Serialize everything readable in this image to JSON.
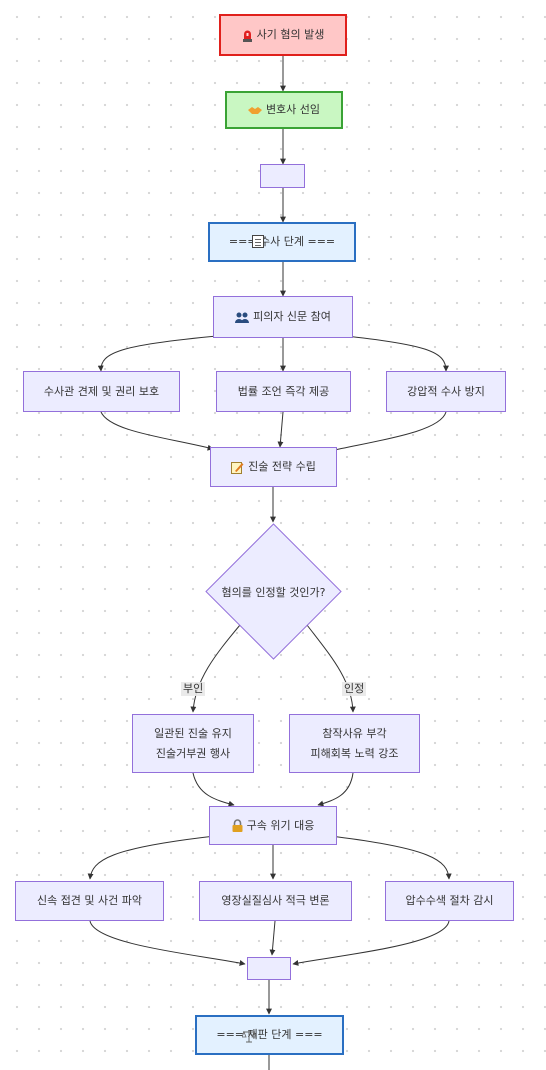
{
  "nodes": {
    "incident": "사기 혐의 발생",
    "lawyer": "변호사 선임",
    "investigation_stage": "=== 수사 단계 ===",
    "interrogation": "피의자 신문 참여",
    "check_investigator": "수사관 견제 및 권리 보호",
    "legal_advice": "법률 조언 즉각 제공",
    "prevent_coercion": "강압적 수사 방지",
    "statement_strategy": "진술 전략 수립",
    "decision": "혐의를 인정할 것인가?",
    "deny_line1": "일관된 진술 유지",
    "deny_line2": "진술거부권 행사",
    "admit_line1": "참작사유 부각",
    "admit_line2": "피해회복 노력 강조",
    "detention": "구속 위기 대응",
    "quick_visit": "신속 접견 및 사건 파악",
    "warrant_hearing": "영장실질심사 적극 변론",
    "search_monitor": "압수수색 절차 감시",
    "trial_stage": "=== 재판 단계 ==="
  },
  "edge_labels": {
    "deny": "부인",
    "admit": "인정"
  },
  "icons": {
    "incident": "siren-icon",
    "lawyer": "handshake-icon",
    "investigation": "notepad-icon",
    "interrogation": "people-icon",
    "strategy": "memo-pencil-icon",
    "detention": "lock-icon",
    "trial": "scales-icon"
  },
  "colors": {
    "default_fill": "#ececff",
    "default_stroke": "#9370db",
    "incident_fill": "#ffc7c7",
    "incident_stroke": "#e0201c",
    "lawyer_fill": "#c9f7c2",
    "lawyer_stroke": "#3aa335",
    "stage_fill": "#e3f1ff",
    "stage_stroke": "#2a6fc2"
  }
}
